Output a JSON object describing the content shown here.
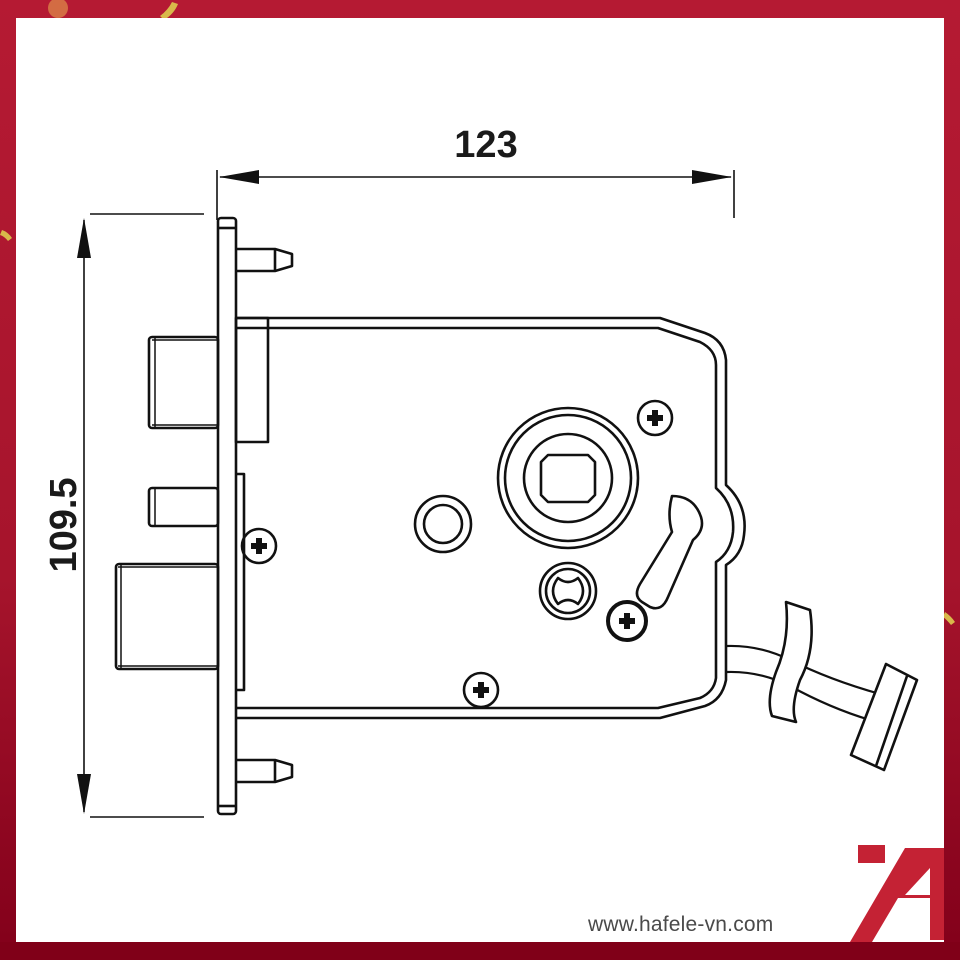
{
  "drawing": {
    "title": "Mortise lock body technical drawing",
    "dimensions": {
      "width": {
        "value": "123",
        "orientation": "horizontal"
      },
      "height": {
        "value": "109.5",
        "orientation": "vertical"
      }
    }
  },
  "footer": {
    "url": "www.hafele-vn.com",
    "logo": "hafele-logo"
  },
  "colors": {
    "border": "#b51a33",
    "border_bottom": "#800018",
    "logo_red": "#c42234",
    "line": "#111111",
    "background": "#ffffff",
    "url_text": "#4a4a4a"
  }
}
